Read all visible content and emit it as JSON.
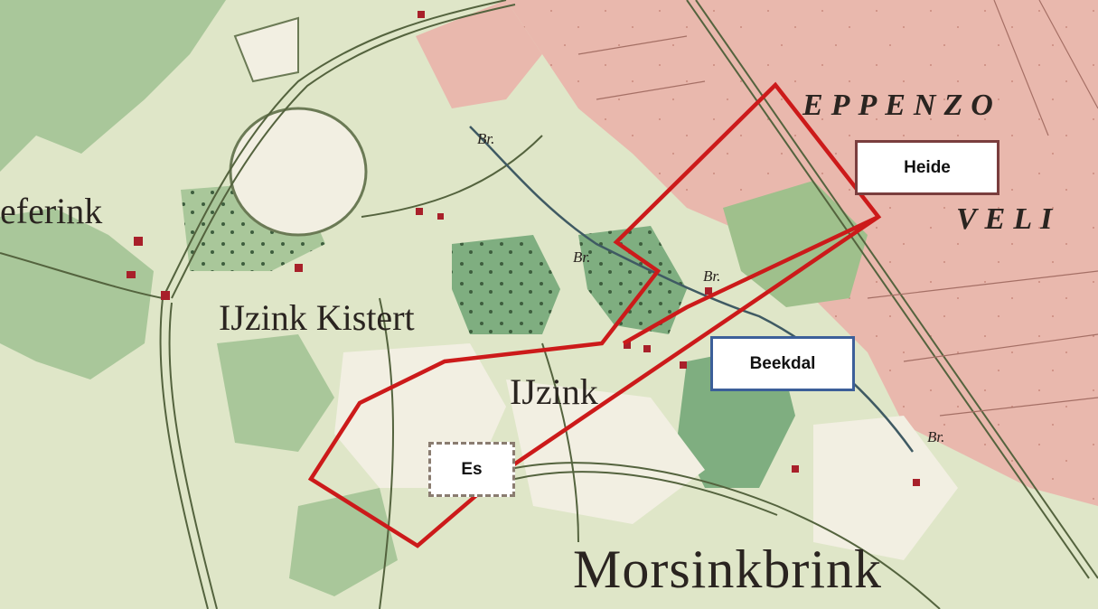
{
  "map": {
    "place_labels": {
      "eppenzo": "EPPENZO",
      "veli": "VELI",
      "eferink": "eferink",
      "ijzink_kistert": "IJzink Kistert",
      "ijzink": "IJzink",
      "morsinkbrink": "Morsinkbrink",
      "br_1": "Br.",
      "br_2": "Br.",
      "br_3": "Br.",
      "br_4": "Br."
    },
    "legend_labels": {
      "heide": "Heide",
      "beekdal": "Beekdal",
      "es": "Es"
    },
    "colors": {
      "heath": "#e9b8ad",
      "meadow": "#dfe6c8",
      "forest": "#a9c79a",
      "dark_forest": "#7fae80",
      "field": "#f2efe2",
      "outline": "#cc1a1a",
      "heide_border": "#7a3e3e",
      "beekdal_border": "#3c5f99",
      "es_border": "#8a7c70"
    }
  }
}
